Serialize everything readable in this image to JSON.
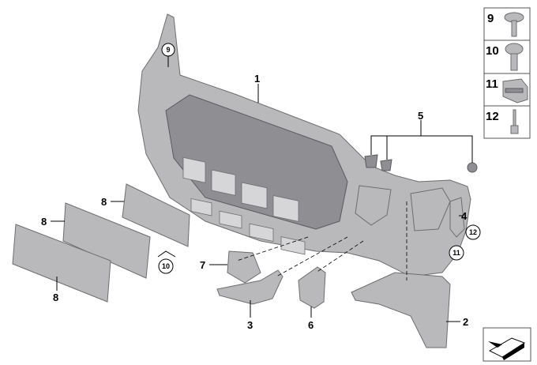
{
  "callouts": {
    "c1": "1",
    "c2": "2",
    "c3": "3",
    "c4": "4",
    "c5": "5",
    "c6": "6",
    "c7": "7",
    "c8a": "8",
    "c8b": "8",
    "c8c": "8",
    "c9": "9",
    "c10": "10",
    "c11": "11",
    "c12": "12"
  },
  "legend": [
    {
      "number": "9",
      "part": "screw-with-washer-icon"
    },
    {
      "number": "10",
      "part": "screw-icon"
    },
    {
      "number": "11",
      "part": "clip-nut-icon"
    },
    {
      "number": "12",
      "part": "rivet-icon"
    }
  ]
}
